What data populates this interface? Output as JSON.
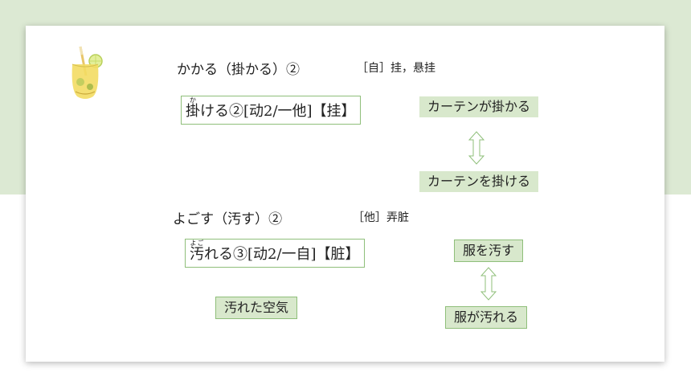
{
  "section1": {
    "heading_word": "かかる（掛かる）②",
    "heading_gloss": "［自］挂，悬挂",
    "vocab_box": {
      "kanji": "掛",
      "furigana": "か",
      "rest": "ける②[动2/一他]【挂】"
    },
    "example_top": "カーテンが掛かる",
    "example_bottom": "カーテンを掛ける"
  },
  "section2": {
    "heading_word": "よごす（汚す）②",
    "heading_gloss": "［他］弄脏",
    "vocab_box": {
      "kanji": "汚",
      "furigana": "よご",
      "rest": "れる③[动2/一自]【脏】"
    },
    "phrase": "汚れた空気",
    "example_top": "服を汚す",
    "example_bottom": "服が汚れる"
  },
  "colors": {
    "band": "#dce9d3",
    "box_fill": "#d8e8cc",
    "box_border": "#8fbf7a"
  },
  "decor": {
    "icon": "lemonade-glass-icon"
  }
}
